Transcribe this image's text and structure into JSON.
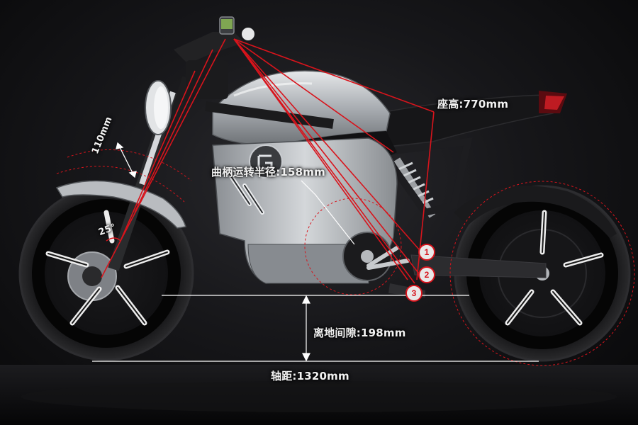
{
  "annotations": {
    "seat_height": "座高:770mm",
    "crank_radius": "曲柄运转半径:158mm",
    "ground_clearance": "离地间隙:198mm",
    "wheelbase": "轴距:1320mm",
    "fork_travel": "110mm",
    "rake_angle": "25°"
  },
  "position_markers": [
    "1",
    "2",
    "3"
  ],
  "colors": {
    "background": "#0c0c0e",
    "guide_line": "#d8141c",
    "dimension_line": "#ffffff",
    "tank_silver": "#b9bcc0",
    "frame_black": "#151517"
  }
}
